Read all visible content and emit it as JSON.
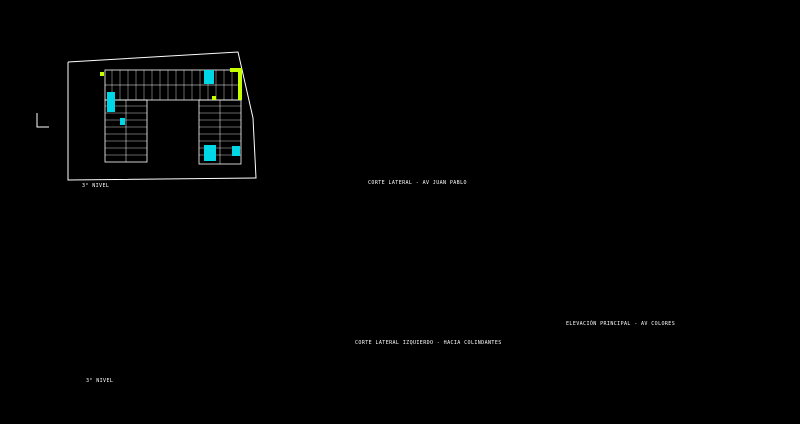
{
  "drawing": {
    "background": "#000000",
    "colors": {
      "line": "#ffffff",
      "accent_lime": "#c8ff00",
      "accent_cyan": "#00d7e6",
      "tree_orange": "#ff9a1a",
      "tree_green": "#3cbf3c",
      "ground": "#9a9a9a"
    },
    "labels": {
      "plan_top": "3° NIVEL",
      "plan_bottom": "3° NIVEL",
      "section_right": "CORTE LATERAL - AV JUAN PABLO",
      "section_left": "CORTE LATERAL IZQUIERDO - HACIA COLINDANTES",
      "elevation": "ELEVACIÓN PRINCIPAL - AV COLORES"
    }
  }
}
